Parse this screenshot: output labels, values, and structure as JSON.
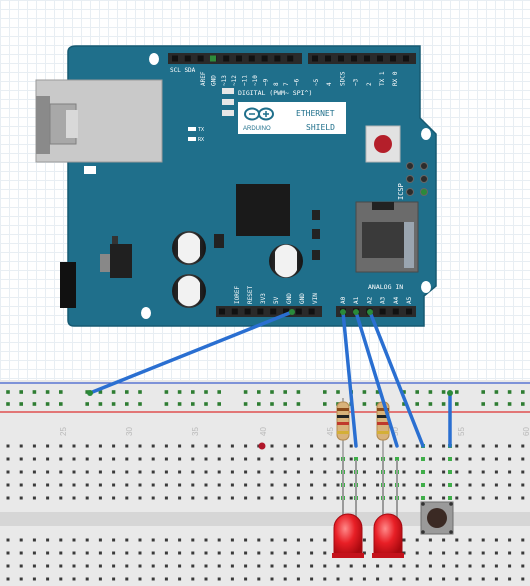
{
  "board": {
    "section_digital": "DIGITAL (PWM~ SPI^)",
    "section_analog": "ANALOG IN",
    "logo_brand": "ARDUINO",
    "logo_title": "ETHERNET",
    "logo_subtitle": "SHIELD",
    "header_left": "SCL SDA",
    "icsp": "ICSP",
    "tx": "TX",
    "rx": "RX",
    "digital_pins": [
      "AREF",
      "GND",
      "~13",
      "~12",
      "~11",
      "~10",
      "~9",
      "8",
      "7",
      "~6",
      "~5",
      "4",
      "SDCS",
      "~3",
      "2",
      "TX 1",
      "RX 0"
    ],
    "power_pins": [
      "IOREF",
      "RESET",
      "3V3",
      "5V",
      "GND",
      "GND",
      "VIN"
    ],
    "analog_pins": [
      "A0",
      "A1",
      "A2",
      "A3",
      "A4",
      "A5"
    ],
    "colors": {
      "board": "#1f6f8b",
      "wire": "#2a6fd1",
      "led": "#e01b24"
    }
  },
  "breadboard": {
    "row_numbers": [
      "25",
      "30",
      "35",
      "40",
      "45",
      "50",
      "55",
      "60"
    ]
  },
  "components": {
    "leds": [
      "red-led",
      "red-led"
    ],
    "resistors": 2,
    "button": "push-button"
  }
}
